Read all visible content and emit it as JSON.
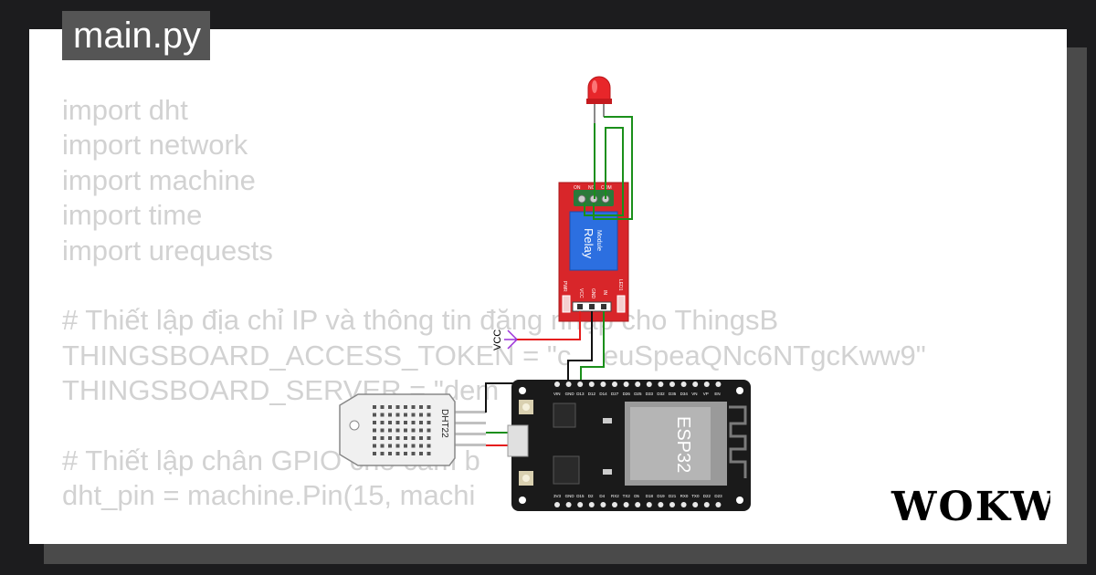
{
  "file_title": "main.py",
  "code_lines": [
    "import dht",
    "import network",
    "import machine",
    "import time",
    "import urequests",
    "",
    "# Thiết lập địa chỉ IP và thông tin đăng nhập cho ThingsB",
    "THINGSBOARD_ACCESS_TOKEN = \"c    euSpeaQNc6NTgcKww9\"",
    "THINGSBOARD_SERVER = \"dem",
    "",
    "# Thiết lập chân GPIO cho cảm b                     2",
    "dht_pin = machine.Pin(15, machi"
  ],
  "components": {
    "relay": {
      "label": "Relay",
      "sublabel": "Module",
      "top_pins": [
        "ON",
        "NC",
        "COM"
      ],
      "bottom_pins": [
        "VCC",
        "GND",
        "IN"
      ],
      "pwr_label": "PWR",
      "led_label": "LED1"
    },
    "vcc_label": "VCC",
    "dht_label": "DHT22",
    "esp32": {
      "chip_label": "ESP32",
      "top_pins": [
        "VIN",
        "GND",
        "D13",
        "D12",
        "D14",
        "D27",
        "D26",
        "D25",
        "D33",
        "D32",
        "D35",
        "D34",
        "VN",
        "VP",
        "EN"
      ],
      "bottom_pins": [
        "3V3",
        "GND",
        "D15",
        "D2",
        "D4",
        "RX2",
        "TX2",
        "D5",
        "D18",
        "D19",
        "D21",
        "RX0",
        "TX0",
        "D22",
        "D23"
      ]
    },
    "led_color": "#e8262a",
    "wire_colors": {
      "green": "#1a8f1a",
      "red": "#e51b1b",
      "black": "#111111",
      "vcc": "#9b30d9"
    }
  },
  "brand": "WOKWi",
  "colors": {
    "background": "#1c1c1e",
    "card": "#ffffff",
    "title_tab": "#555555",
    "code_text": "#d2d2d2",
    "relay_board": "#d8262a",
    "relay_body": "#2c6fe0",
    "esp_board": "#1a1a1a"
  }
}
